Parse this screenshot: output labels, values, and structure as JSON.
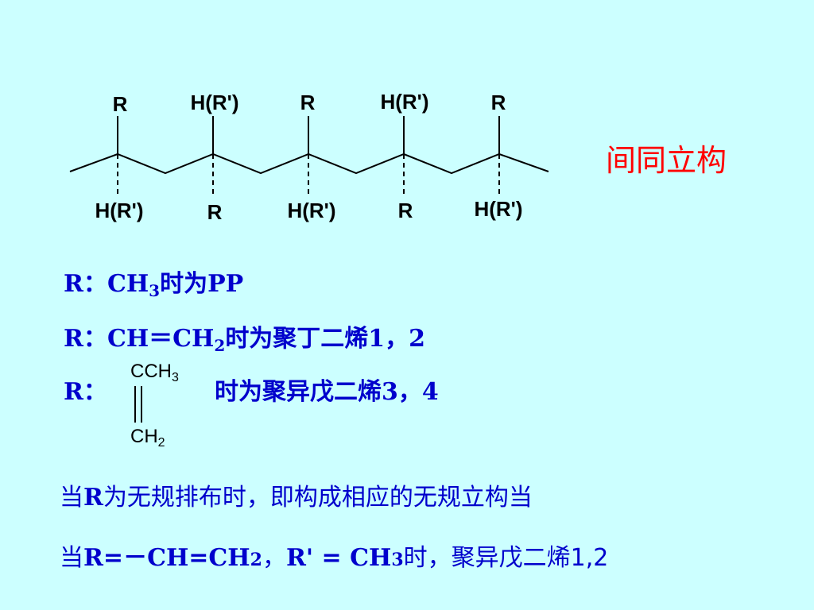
{
  "structure": {
    "top_labels": [
      "R",
      "H(R')",
      "R",
      "H(R')",
      "R"
    ],
    "bottom_labels": [
      "H(R')",
      "R",
      "H(R')",
      "R",
      "H(R')"
    ]
  },
  "title": "间同立构",
  "lines": {
    "l1": {
      "r": "R：",
      "ch": "CH",
      "sub3": "3",
      "rest": "时为PP"
    },
    "l2": {
      "r": "R：",
      "ch": "CH＝CH",
      "sub2": "2",
      "rest": "时为聚丁二烯1，2"
    },
    "l3": {
      "r": "R：",
      "top_c": "CCH",
      "top_sub": "3",
      "bot_c": "CH",
      "bot_sub": "2",
      "rest": "时为聚异戊二烯3，4"
    },
    "l4": {
      "text1": "当",
      "r": "R",
      "text2": "为无规排布时，即构成相应的无规立构当"
    },
    "l5": {
      "text1": "当",
      "r": "R=－CH=CH",
      "sub2": "2",
      "comma": "，",
      "rp": "R' = CH",
      "sub3": "3",
      "rest": "时，聚异戊二烯1,2"
    }
  },
  "colors": {
    "background": "#ccffff",
    "title": "#ff0000",
    "text": "#0000cc"
  }
}
